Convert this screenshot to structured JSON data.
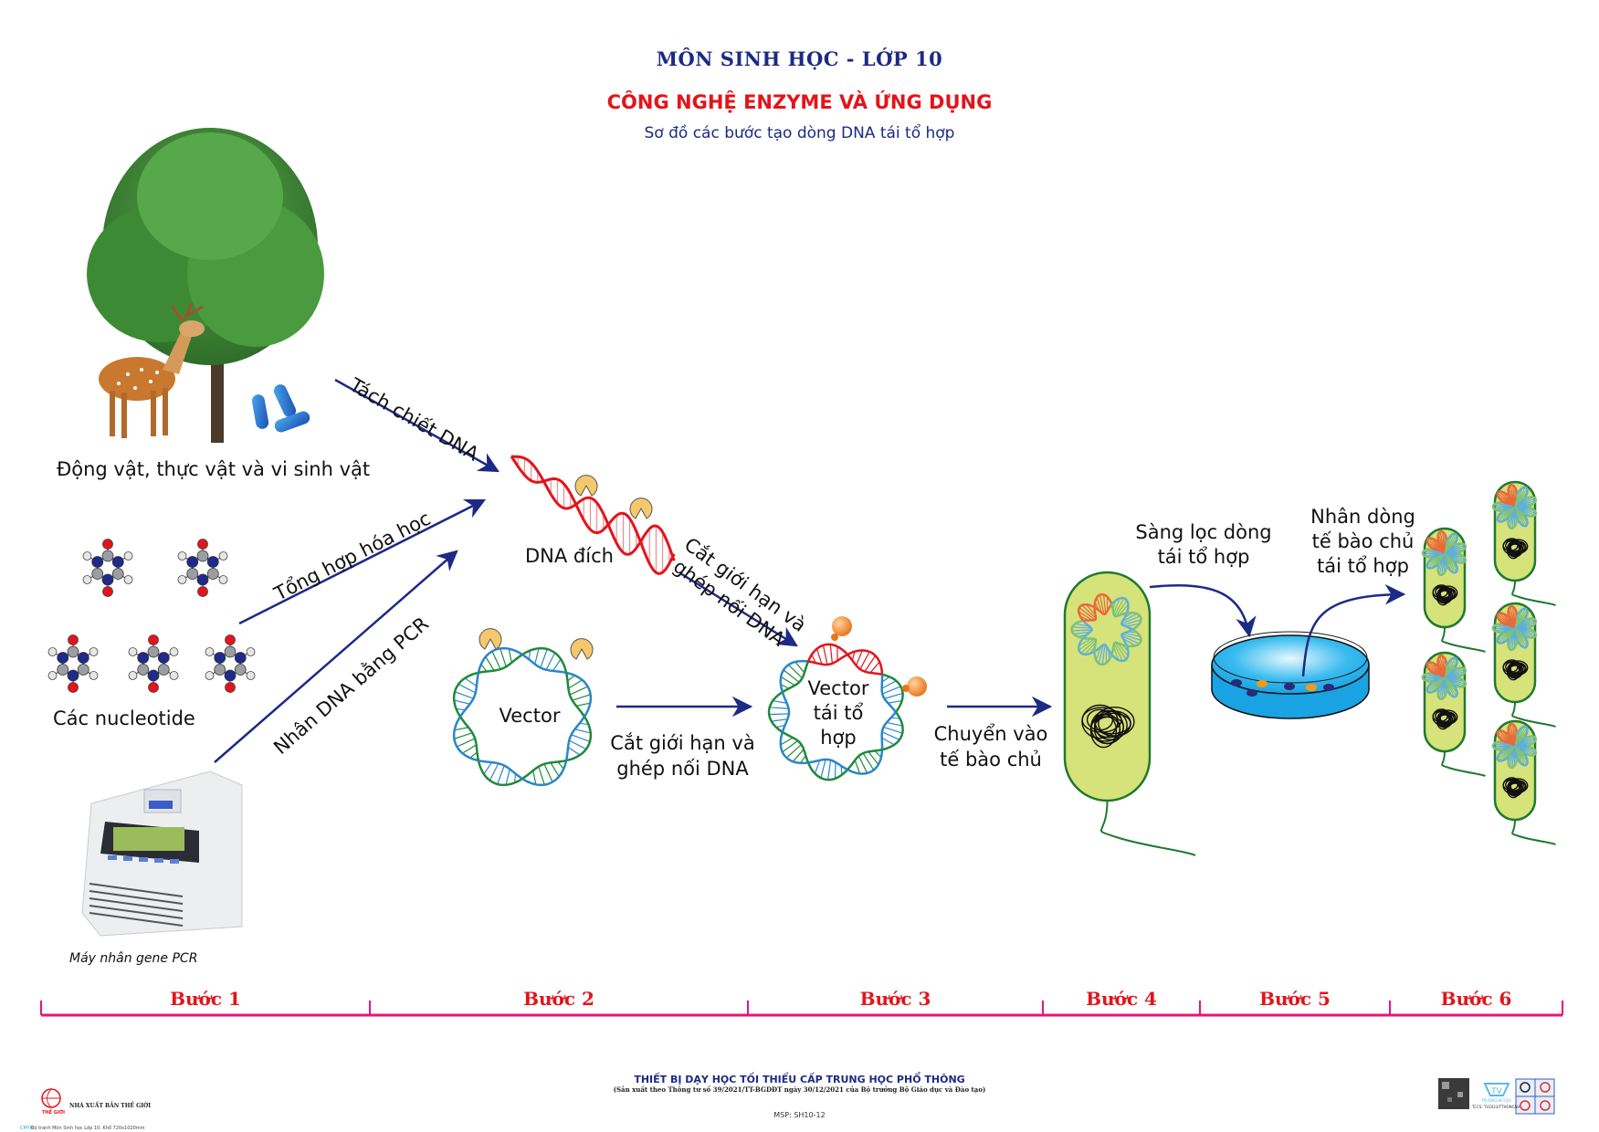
{
  "header": {
    "subject": "MÔN SINH HỌC - LỚP 10",
    "title": "CÔNG NGHỆ ENZYME VÀ ỨNG DỤNG",
    "subtitle": "Sơ đồ các bước tạo dòng DNA tái tổ hợp"
  },
  "sources": {
    "organisms_label": "Động vật, thực vật và vi sinh vật",
    "nucleotides_label": "Các nucleotide",
    "pcr_machine_label": "Máy nhân gene PCR"
  },
  "arrows": {
    "extract": "Tách chiết DNA",
    "synthesize": "Tổng hợp hóa học",
    "pcr": "Nhân DNA bằng PCR",
    "cut_ligate_diag_line1": "Cắt giới hạn và",
    "cut_ligate_diag_line2": "ghép nối DNA",
    "cut_ligate_line1": "Cắt giới hạn và",
    "cut_ligate_line2": "ghép nối DNA",
    "transfer_line1": "Chuyển vào",
    "transfer_line2": "tế bào chủ",
    "screen_line1": "Sàng lọc dòng",
    "screen_line2": "tái tổ hợp",
    "clone_line1": "Nhân dòng",
    "clone_line2": "tế bào chủ",
    "clone_line3": "tái tổ hợp"
  },
  "molecules": {
    "target_dna": "DNA đích",
    "vector": "Vector",
    "recombinant_line1": "Vector",
    "recombinant_line2": "tái tổ",
    "recombinant_line3": "hợp"
  },
  "steps": [
    {
      "label": "Bước 1"
    },
    {
      "label": "Bước 2"
    },
    {
      "label": "Bước 3"
    },
    {
      "label": "Bước 4"
    },
    {
      "label": "Bước 5"
    },
    {
      "label": "Bước 6"
    }
  ],
  "footer": {
    "program_title": "THIẾT BỊ DẠY HỌC TỐI THIỂU CẤP TRUNG HỌC PHỔ THÔNG",
    "regulation_note": "(Sản xuất theo Thông tư số 39/2021/TT-BGDĐT ngày 30/12/2021 của Bộ trưởng Bộ Giáo dục và Đào tạo)",
    "msp": "MSP: SH10-12",
    "publisher_logo_text": "THẾ GIỚI",
    "publisher_name": "NHÀ XUẤT BẢN THẾ GIỚI",
    "cmyk_mark": "CMYK",
    "print_info": "Bộ tranh Môn Sinh học Lớp 10. Khổ 720x1020mm",
    "standard_code": "TCCS: TV2023/TTHONGSH",
    "brand_text": "TRUONGVIET.JSC"
  },
  "colors": {
    "navy": "#1c2a85",
    "red": "#e3141b",
    "magenta_bar": "#e6137e",
    "cell_fill": "#d6e27a",
    "cell_border": "#1f7a2e",
    "dna_green": "#1f8a3a",
    "dna_blue": "#2a86c9",
    "enzyme_yellow": "#f5c86b",
    "enzyme_orange": "#f08a24"
  }
}
